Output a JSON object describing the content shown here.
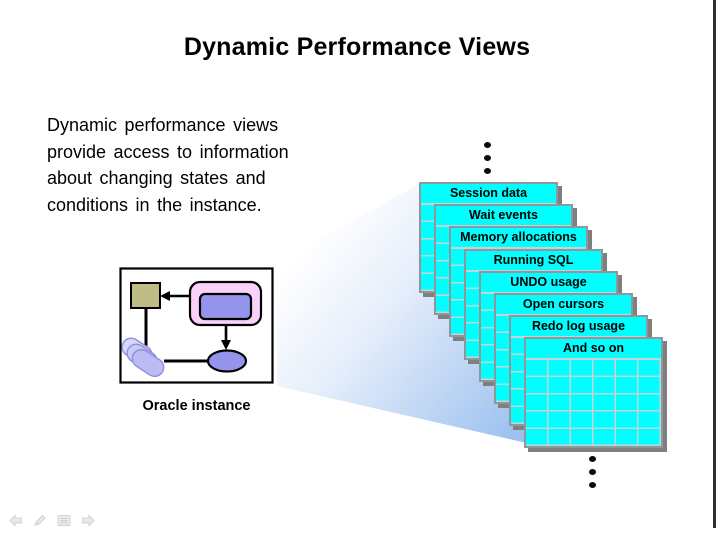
{
  "slide": {
    "title": "Dynamic Performance Views",
    "body_text": "Dynamic performance views\nprovide access to information\nabout changing states and\nconditions in the instance.",
    "diagram_caption": "Oracle instance"
  },
  "views_stack": {
    "cards": [
      {
        "label": "Session data"
      },
      {
        "label": "Wait events"
      },
      {
        "label": "Memory allocations"
      },
      {
        "label": "Running SQL"
      },
      {
        "label": "UNDO usage"
      },
      {
        "label": "Open cursors"
      },
      {
        "label": "Redo log usage"
      },
      {
        "label": "And so on"
      }
    ],
    "card_count": 8
  },
  "colors": {
    "card_fill": "#00ffff",
    "card_border": "#8e979c",
    "card_gridline": "#c9d2d6",
    "card_shadow": "#7f7f7f",
    "beam_light": "#ffffff",
    "beam_blue": "#9dc1ef",
    "square_fill": "#bfbc85",
    "rounded_box_fill": "#fad1f8",
    "inner_box_fill": "#9494ec",
    "ellipse_fill": "#9494ec",
    "disk_fill": "#c9c9f8",
    "right_border": "#2f2f2f"
  },
  "nav_toolbar": {
    "icons": [
      "back-arrow",
      "pen",
      "menu",
      "forward-arrow"
    ]
  }
}
